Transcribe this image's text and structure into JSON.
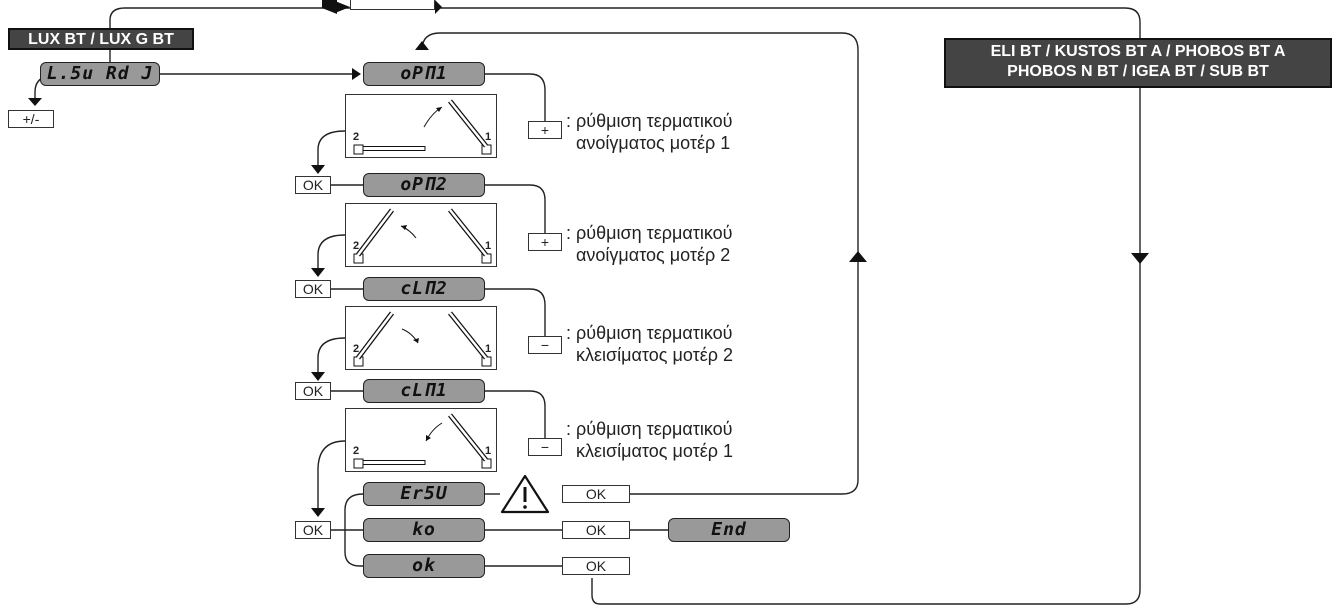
{
  "header_left": "LUX BT / LUX G BT",
  "header_right": [
    "ELI BT / KUSTOS BT A / PHOBOS BT A",
    "PHOBOS N BT / IGEA BT / SUB BT"
  ],
  "displays": {
    "lsw_adj": "L.5u Rd J",
    "opm1": "oPΠ1",
    "opm2": "oPΠ2",
    "clm2": "cLΠ2",
    "clm1": "cLΠ1",
    "ersu": "Er5U",
    "ko": "ko",
    "ok": "ok",
    "end": "End"
  },
  "keys": {
    "plus_minus": "+/-",
    "plus": "+",
    "minus": "−",
    "ok": "OK"
  },
  "descriptions": [
    {
      "line1": ": ρύθμιση τερματικού",
      "line2": "ανοίγματος μοτέρ 1"
    },
    {
      "line1": ": ρύθμιση τερματικού",
      "line2": "ανοίγματος μοτέρ 2"
    },
    {
      "line1": ": ρύθμιση τερματικού",
      "line2": "κλεισίματος μοτέρ 2"
    },
    {
      "line1": ": ρύθμιση τερματικού",
      "line2": "κλεισίματος μοτέρ 1"
    }
  ],
  "motor_labels": {
    "m1": "1",
    "m2": "2"
  },
  "icons": {
    "warning": "warning-triangle-icon",
    "arrow": "arrow-head-icon"
  }
}
